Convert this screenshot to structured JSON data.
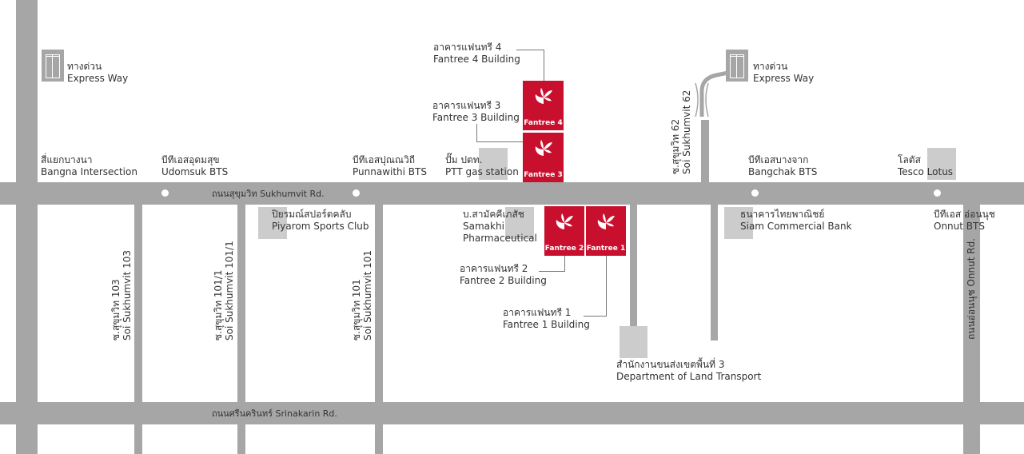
{
  "colors": {
    "road": "#a6a6a6",
    "building": "#cccccc",
    "fantree": "#c8102e",
    "text": "#333333"
  },
  "roads": {
    "sukhumvit": "ถนนสุขุมวิท Sukhumvit Rd.",
    "srinakarin": "ถนนศรีนครินทร์ Srinakarin Rd.",
    "onnut": "ถนนอ่อนนุช Onnut Rd.",
    "soi103": {
      "th": "ซ.สุขุมวิท 103",
      "en": "Soi Sukhumvit 103"
    },
    "soi1011": {
      "th": "ซ.สุขุมวิท 101/1",
      "en": "Soi Sukhumvit 101/1"
    },
    "soi101": {
      "th": "ซ.สุขุมวิท 101",
      "en": "Soi Sukhumvit 101"
    },
    "soi62": {
      "th": "ซ.สุขุมวิท 62",
      "en": "Soi Sukhumvit 62"
    }
  },
  "landmarks": {
    "expressway_left": {
      "th": "ทางด่วน",
      "en": "Express Way",
      "icon": "expressway-icon"
    },
    "expressway_right": {
      "th": "ทางด่วน",
      "en": "Express Way",
      "icon": "expressway-icon"
    },
    "bangna": {
      "th": "สี่แยกบางนา",
      "en": "Bangna Intersection"
    },
    "udomsuk": {
      "th": "บีทีเอสอุดมสุข",
      "en": "Udomsuk BTS"
    },
    "punnawithi": {
      "th": "บีทีเอสปุณณวิถี",
      "en": "Punnawithi BTS"
    },
    "ptt": {
      "th": "ปั๊ม ปตท.",
      "en": "PTT gas station"
    },
    "bangchak": {
      "th": "บีทีเอสบางจาก",
      "en": "Bangchak BTS"
    },
    "tesco": {
      "th": "โลตัส",
      "en": "Tesco Lotus"
    },
    "piyarom": {
      "th": "ปิยรมณ์สปอร์ตคลับ",
      "en": "Piyarom Sports Club"
    },
    "samakhi": {
      "th": "บ.สามัคคีเภสัช",
      "en1": "Samakhi",
      "en2": "Pharmaceutical"
    },
    "scb": {
      "th": "ธนาคารไทยพาณิชย์",
      "en": "Siam Commercial Bank"
    },
    "onnut_bts": {
      "th": "บีทีเอส อ่อนนุช",
      "en": "Onnut BTS"
    },
    "dlt": {
      "th": "สำนักงานขนส่งเขตพื้นที่ 3",
      "en": "Department of Land Transport"
    }
  },
  "fantree": {
    "b1": {
      "badge": "Fantree 1",
      "th": "อาคารแฟนทรี 1",
      "en": "Fantree 1 Building"
    },
    "b2": {
      "badge": "Fantree 2",
      "th": "อาคารแฟนทรี 2",
      "en": "Fantree 2 Building"
    },
    "b3": {
      "badge": "Fantree 3",
      "th": "อาคารแฟนทรี 3",
      "en": "Fantree 3 Building"
    },
    "b4": {
      "badge": "Fantree 4",
      "th": "อาคารแฟนทรี 4",
      "en": "Fantree 4 Building"
    }
  }
}
